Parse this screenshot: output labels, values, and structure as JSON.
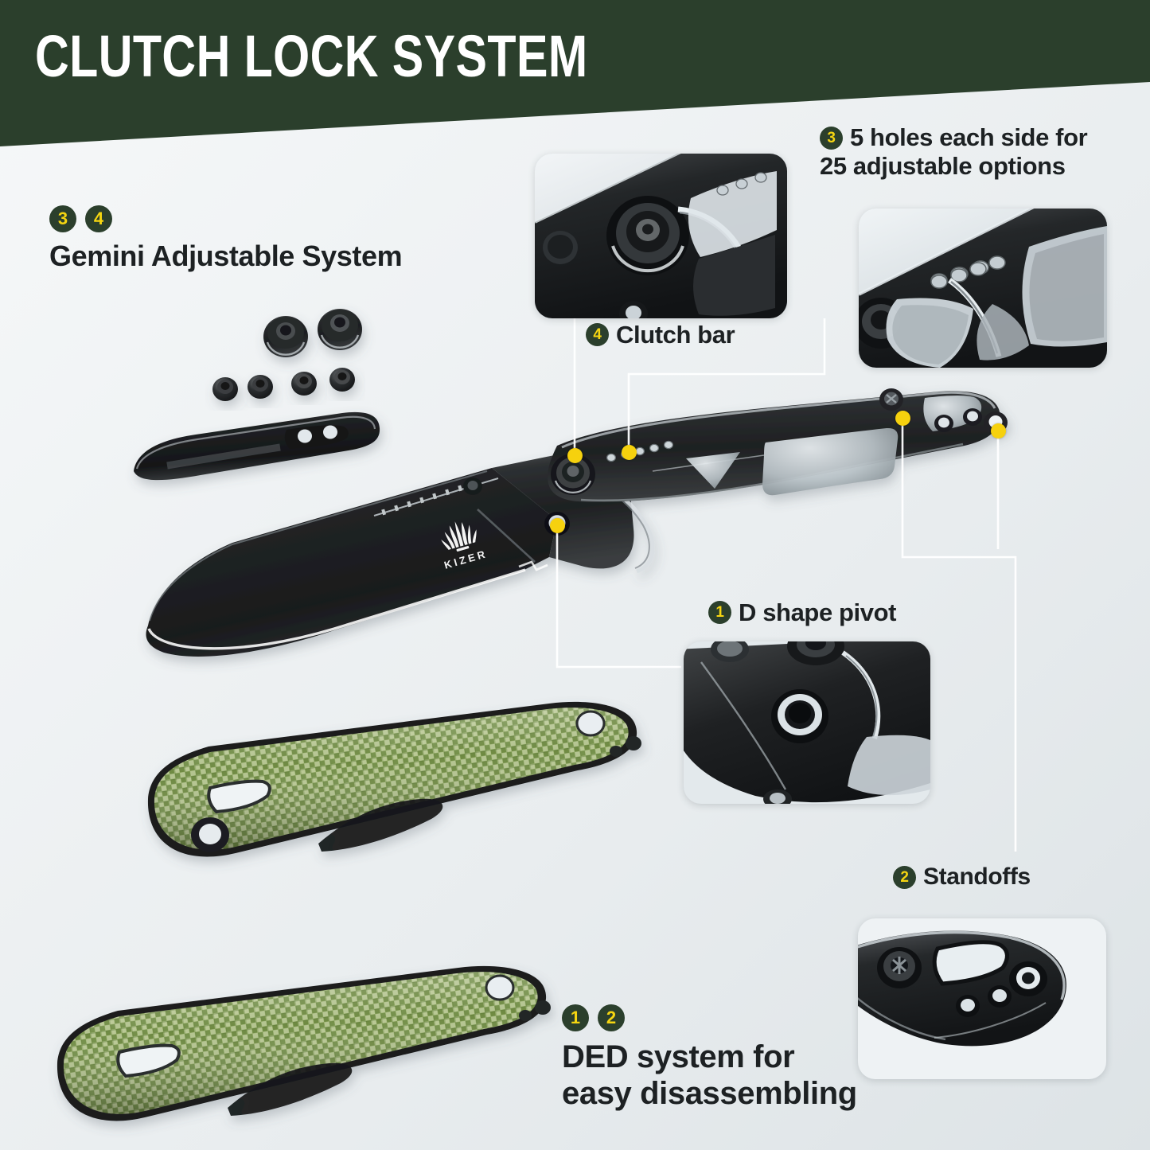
{
  "header": {
    "title": "CLUTCH LOCK SYSTEM",
    "band_color": "#2b3f2c",
    "title_color": "#ffffff"
  },
  "theme": {
    "background": "#eceff1",
    "badge_bg": "#2b3f2c",
    "badge_text": "#f5d511",
    "marker_dot": "#f6d10e",
    "leader_line": "#ffffff",
    "body_text": "#1d2123",
    "handle_green": "#8fa766"
  },
  "brand": {
    "name": "KIZER",
    "logo": "kizer-fan-logo"
  },
  "callouts": {
    "gemini": {
      "badges": [
        "3",
        "4"
      ],
      "text": "Gemini Adjustable System"
    },
    "holes": {
      "badges": [
        "3"
      ],
      "line1": "5 holes each side for",
      "line2": "25 adjustable options"
    },
    "clutch_bar": {
      "badges": [
        "4"
      ],
      "text": "Clutch bar"
    },
    "pivot": {
      "badges": [
        "1"
      ],
      "text": "D shape pivot"
    },
    "standoffs": {
      "badges": [
        "2"
      ],
      "text": "Standoffs"
    },
    "ded": {
      "badges": [
        "1",
        "2"
      ],
      "line1": "DED system for",
      "line2": "easy disassembling"
    }
  },
  "insets": [
    {
      "id": "inset-clutch-bar",
      "subject": "clutch-bar-macro"
    },
    {
      "id": "inset-five-holes",
      "subject": "five-adjustment-holes-macro"
    },
    {
      "id": "inset-d-pivot",
      "subject": "d-shape-pivot-macro"
    },
    {
      "id": "inset-standoffs",
      "subject": "standoffs-macro"
    }
  ],
  "parts": [
    {
      "name": "standoff-disc-left"
    },
    {
      "name": "standoff-disc-right"
    },
    {
      "name": "screw-1"
    },
    {
      "name": "screw-2"
    },
    {
      "name": "screw-3"
    },
    {
      "name": "screw-4"
    },
    {
      "name": "pocket-clip"
    },
    {
      "name": "knife-blade-and-frame"
    },
    {
      "name": "handle-scale-upper"
    },
    {
      "name": "handle-scale-lower"
    }
  ]
}
